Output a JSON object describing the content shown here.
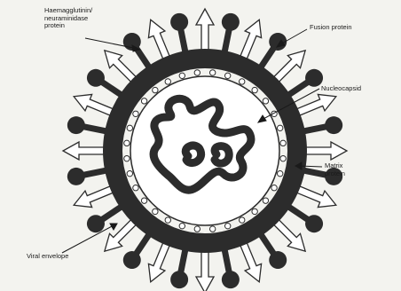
{
  "labels": {
    "haemagglutinin": "Haemagglutinin/\nneuraminidase\nprotein",
    "fusion": "Fusion protein",
    "nucleocapsid": "Nucleocapsid",
    "matrix": "Matrix\nprotein",
    "envelope": "Viral envelope"
  },
  "colors": {
    "background": "#f3f3ef",
    "ink": "#2c2c2c",
    "spike_fill": "#ffffff"
  }
}
